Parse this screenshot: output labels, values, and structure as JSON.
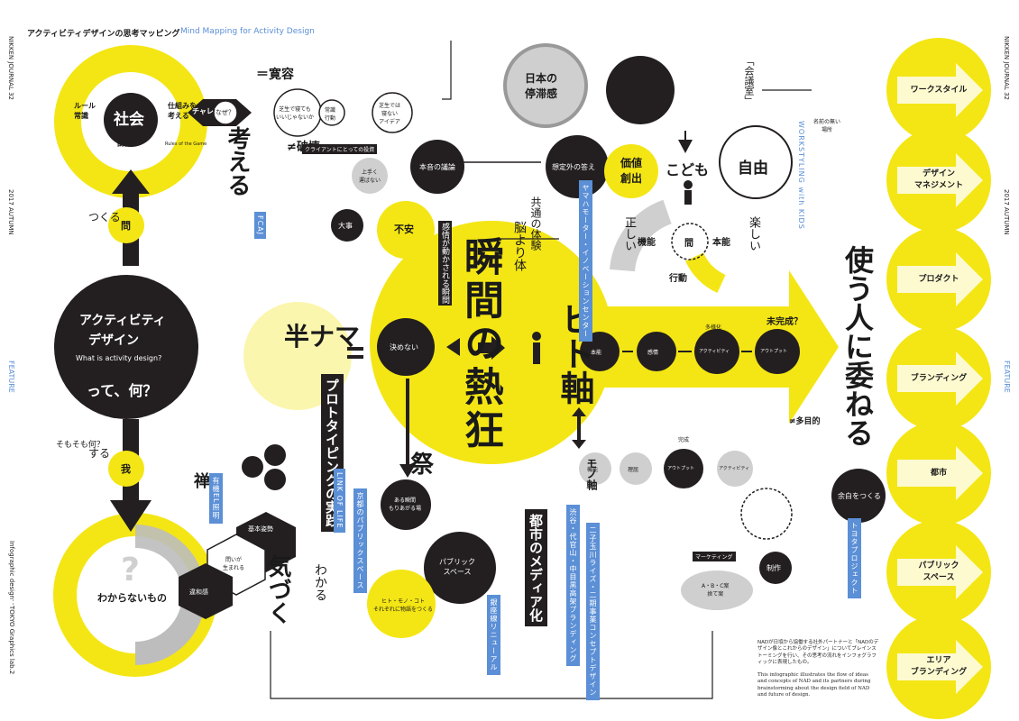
{
  "header": {
    "title_jp": "アクティビティデザインの思考マッピング",
    "title_en": "Mind Mapping for Activity Design",
    "journal_left": "NIKKEN JOURNAL 32",
    "journal_right": "NIKKEN JOURNAL 32",
    "date_left": "2017 AUTUMN",
    "date_right": "2017 AUTUMN",
    "feature_left": "FEATURE",
    "feature_right": "FEATURE",
    "credit": "Infographic design：TOKYO Graphics lab.2"
  },
  "center": {
    "title_line1": "アクティビティ",
    "title_line2": "デザイン",
    "subtitle": "What is activity design?",
    "question": "って、何？"
  },
  "yellow_left": {
    "society": "社会",
    "issue": "課題",
    "rule_common": "ルール\n常識",
    "rule_think": "仕組みを\n考える",
    "rules_en": "Rules of the Game",
    "dont_know": "わからないもの",
    "question_mark": "?"
  },
  "arrows": {
    "top_label": "問",
    "bottom_label": "我",
    "make": "つくる",
    "do": "する",
    "fundamental": "そもそも何？"
  },
  "nodes": {
    "challenge": "チャレンジ",
    "kanyo": "＝寛容",
    "naze": "なぜ？",
    "shibafu1": "芝生で寝ても\nいいじゃないか",
    "jouken": "常識\n行動",
    "shibafu2": "芝生では\n寝ない\nアイデア",
    "hakai": "≠破壊",
    "kangaeru": "考える",
    "nihon": "日本の\n停滞感",
    "client": "クライアントにとっての投資",
    "umaku": "上手く\n運ばない",
    "honne": "本音の議論",
    "souteigai": "想定外の答え",
    "kachi": "価値\n創出",
    "daiji": "大事",
    "fuan": "不安",
    "kimenai": "決めない",
    "hannama": "半ナマ",
    "shunkan": "瞬間の熱狂",
    "matsuri": "祭",
    "hitojiku": "ヒト軸",
    "monojiku": "モノ軸",
    "kodomo": "こども",
    "jiyu": "自由",
    "kinou": "機能",
    "aida": "間",
    "honnou": "本能",
    "koudou": "行動",
    "tanoshii": "楽しい",
    "tadashii": "正しい",
    "kaigishitsu": "「会議室」",
    "namaeno": "名前の無い\n場所",
    "tsukau": "使う人に委ねる",
    "yohaku": "余白をつくる",
    "kizuku": "気づく",
    "wakaru": "わかる",
    "zen": "禅",
    "kihon": "基本姿勢",
    "toi": "問いが\n生まれる",
    "iwakan": "違和感",
    "aruShunkan": "ある瞬間\nもりあがる場",
    "hitomono": "ヒト・モノ・コト\nそれぞれに物語をつくる",
    "public": "パブリック\nスペース",
    "toshi": "都市のメディア化",
    "prototyping": "プロトタイピングの実践",
    "abc": "A・B・C案\n捨て案",
    "marketing": "マーケティング",
    "seisaku": "制作",
    "tahshu": "≠多目的",
    "mikansei": "未完成？",
    "ikuyori": "脳より体",
    "kyotsuu": "共通の体験",
    "kyoumi": "感情が動かされる瞬間"
  },
  "flow": {
    "honnou": "本能",
    "kanjou": "感情",
    "activity": "アクティビティ",
    "output": "アウトプット",
    "tayouka": "多様化",
    "kinou2": "機能",
    "riyou": "理屈",
    "output2": "アウトプット",
    "activity2": "アクティビティ",
    "kansei": "完成"
  },
  "tags": {
    "fcaj": "FCAJ",
    "yamaha": "ヤマハモーター・イノベーションセンター",
    "yuki": "有機EL照明",
    "life": "LINK OF LIFE",
    "kyoto": "京都のパブリックスペース",
    "ginza": "銀座線リニューアル",
    "shibuya": "渋谷・代官山・中目黒高架プランディング",
    "futako": "二子玉川ライズ・二期事業コンセプトデザイン",
    "toyota": "トヨタプロジェクト",
    "workstyling": "WORKSTYLING with KIDS"
  },
  "sidebar": [
    "ワークスタイル",
    "デザイン\nマネジメント",
    "プロダクト",
    "ブランディング",
    "都市",
    "パブリック\nスペース",
    "エリア\nブランディング"
  ],
  "footer_note": {
    "jp": "NADが日頃から協働する社外パートナーと「NADのデザイン像とこれからのデザイン」についてブレインストーミングを行い、その思考の流れをインフォグラフィックに表現したもの。",
    "en": "This infographic illustrates the flow of ideas and concepts of NAD and its partners during brainstorming about the design field of NAD and future of design."
  },
  "colors": {
    "yellow": "#f4e614",
    "black": "#231f20",
    "grey": "#bdbdbd",
    "blue": "#5b8fd6"
  }
}
